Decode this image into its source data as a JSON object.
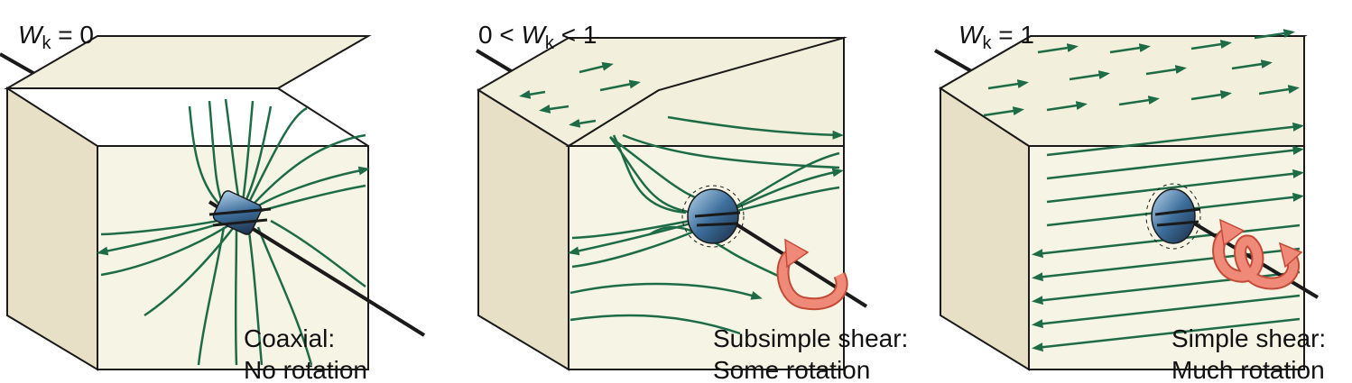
{
  "panels": [
    {
      "id": "coaxial",
      "wk_prefix": "",
      "wk_var": "W",
      "wk_sub": "k",
      "wk_rel": " = 0",
      "caption_line1": "Coaxial:",
      "caption_line2": "No rotation"
    },
    {
      "id": "subsimple",
      "wk_prefix": "0 < ",
      "wk_var": "W",
      "wk_sub": "k",
      "wk_rel": " < 1",
      "caption_line1": "Subsimple shear:",
      "caption_line2": "Some rotation"
    },
    {
      "id": "simple",
      "wk_prefix": "",
      "wk_var": "W",
      "wk_sub": "k",
      "wk_rel": " = 1",
      "caption_line1": "Simple shear:",
      "caption_line2": "Much rotation"
    }
  ],
  "colors": {
    "block_front": "#f6f4e4",
    "block_top": "#f2f0dc",
    "block_side": "#e8e0c6",
    "edge": "#1a1a1a",
    "flow": "#1e6b48",
    "rotation_arrow": "#f08a78",
    "axis": "#1a1a1a",
    "marker": "#3d6f9c"
  },
  "icons": [
    "flow-line-arrow",
    "rotation-arrow-icon",
    "vorticity-axis",
    "particle-marker-icon"
  ]
}
